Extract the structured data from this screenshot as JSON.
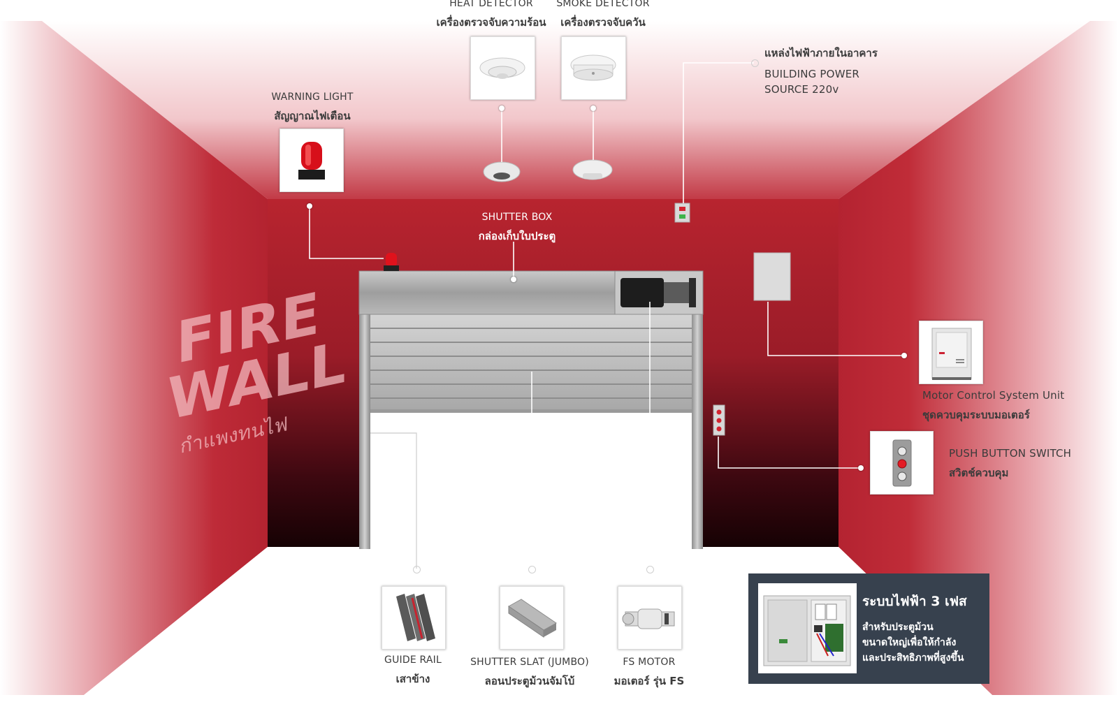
{
  "labels": {
    "heat_detector": {
      "en": "HEAT DETECTOR",
      "th": "เครื่องตรวจจับความร้อน"
    },
    "smoke_detector": {
      "en": "SMOKE DETECTOR",
      "th": "เครื่องตรวจจับควัน"
    },
    "building_power": {
      "th": "แหล่งไฟฟ้าภายในอาคาร",
      "en_line1": "BUILDING POWER",
      "en_line2": "SOURCE 220v"
    },
    "warning_light": {
      "en": "WARNING LIGHT",
      "th": "สัญญาณไฟเตือน"
    },
    "shutter_box": {
      "en": "SHUTTER BOX",
      "th": "กล่องเก็บใบประตู"
    },
    "motor_control": {
      "en": "Motor Control System Unit",
      "th": "ชุดควบคุมระบบมอเตอร์"
    },
    "push_button": {
      "en": "PUSH BUTTON SWITCH",
      "th": "สวิตช์ควบคุม"
    },
    "guide_rail": {
      "en": "GUIDE RAIL",
      "th": "เสาข้าง"
    },
    "shutter_slat": {
      "en": "SHUTTER SLAT (JUMBO)",
      "th": "ลอนประตูม้วนจัมโบ้"
    },
    "fs_motor": {
      "en": "FS MOTOR",
      "th": "มอเตอร์ รุ่น FS"
    }
  },
  "wall_text": {
    "line1": "FIRE",
    "line2": "WALL",
    "th": "กำแพงทนไฟ"
  },
  "info_panel": {
    "title": "ระบบไฟฟ้า 3 เฟส",
    "lines": [
      "สำหรับประตูม้วน",
      "ขนาดใหญ่เพื่อให้กำลัง",
      "และประสิทธิภาพที่สูงขึ้น"
    ]
  },
  "colors": {
    "wall_red": "#b3232f",
    "wall_dark": "#1a0306",
    "panel_bg": "#37414e",
    "steel": "#a3a3a3"
  },
  "icons": {
    "warning_light": "rotating-beacon-icon",
    "heat_detector": "heat-detector-icon",
    "smoke_detector": "smoke-detector-icon",
    "control_box": "control-box-icon",
    "push_button": "push-button-icon"
  }
}
